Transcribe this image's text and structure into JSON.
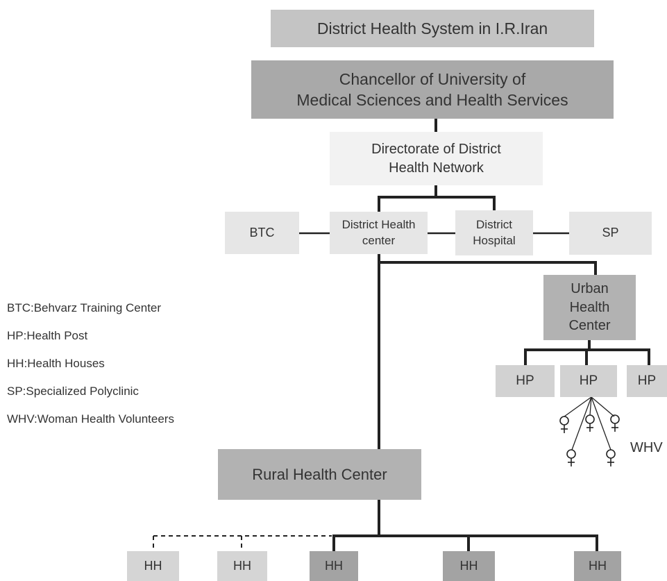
{
  "nodes": {
    "district_health_system": "District Health System in I.R.Iran",
    "chancellor": "Chancellor of University of\nMedical Sciences and Health Services",
    "directorate": "Directorate of District\nHealth Network",
    "btc": "BTC",
    "district_health_center": "District Health\ncenter",
    "district_hospital": "District\nHospital",
    "sp": "SP",
    "urban_health_center": "Urban\nHealth\nCenter",
    "hp_left": "HP",
    "hp_center": "HP",
    "hp_right": "HP",
    "whv": "WHV",
    "rural_health_center": "Rural Health Center",
    "hh_1": "HH",
    "hh_2": "HH",
    "hh_3": "HH",
    "hh_4": "HH",
    "hh_5": "HH"
  },
  "legend": [
    "BTC:Behvarz Training Center",
    "HP:Health Post",
    "HH:Health Houses",
    "SP:Specialized Polyclinic",
    "WHV:Woman Health Volunteers"
  ]
}
